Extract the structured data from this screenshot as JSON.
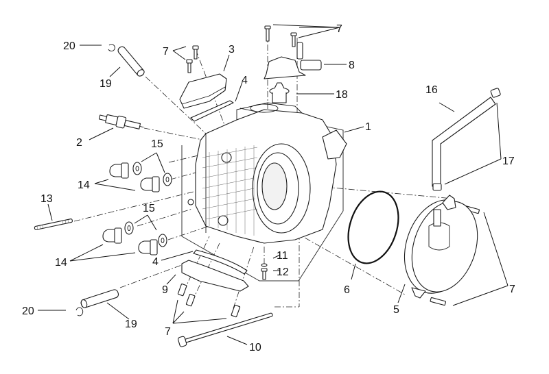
{
  "diagram": {
    "title": "Cylinder head exploded view",
    "colors": {
      "line": "#1a1a1a",
      "background": "#ffffff"
    },
    "callouts": [
      {
        "id": "c1",
        "label": "1"
      },
      {
        "id": "c2",
        "label": "2"
      },
      {
        "id": "c3",
        "label": "3"
      },
      {
        "id": "c4a",
        "label": "4"
      },
      {
        "id": "c4b",
        "label": "4"
      },
      {
        "id": "c5",
        "label": "5"
      },
      {
        "id": "c6",
        "label": "6"
      },
      {
        "id": "c7a",
        "label": "7"
      },
      {
        "id": "c7b",
        "label": "7"
      },
      {
        "id": "c7c",
        "label": "7"
      },
      {
        "id": "c7d",
        "label": "7"
      },
      {
        "id": "c8",
        "label": "8"
      },
      {
        "id": "c9",
        "label": "9"
      },
      {
        "id": "c10",
        "label": "10"
      },
      {
        "id": "c11",
        "label": "11"
      },
      {
        "id": "c12",
        "label": "12"
      },
      {
        "id": "c13",
        "label": "13"
      },
      {
        "id": "c14a",
        "label": "14"
      },
      {
        "id": "c14b",
        "label": "14"
      },
      {
        "id": "c15a",
        "label": "15"
      },
      {
        "id": "c15b",
        "label": "15"
      },
      {
        "id": "c16",
        "label": "16"
      },
      {
        "id": "c17",
        "label": "17"
      },
      {
        "id": "c18",
        "label": "18"
      },
      {
        "id": "c19a",
        "label": "19"
      },
      {
        "id": "c19b",
        "label": "19"
      },
      {
        "id": "c20a",
        "label": "20"
      },
      {
        "id": "c20b",
        "label": "20"
      }
    ],
    "parts": [
      {
        "number": "1",
        "name": "cylinder-head"
      },
      {
        "number": "2",
        "name": "spark-plug"
      },
      {
        "number": "3",
        "name": "valve-cover"
      },
      {
        "number": "4",
        "name": "gasket"
      },
      {
        "number": "5",
        "name": "side-cover"
      },
      {
        "number": "6",
        "name": "o-ring"
      },
      {
        "number": "7",
        "name": "screw"
      },
      {
        "number": "8",
        "name": "thermostat-housing"
      },
      {
        "number": "9",
        "name": "lower-cover"
      },
      {
        "number": "10",
        "name": "long-bolt"
      },
      {
        "number": "11",
        "name": "washer"
      },
      {
        "number": "12",
        "name": "small-screw"
      },
      {
        "number": "13",
        "name": "stud"
      },
      {
        "number": "14",
        "name": "cap-nut"
      },
      {
        "number": "15",
        "name": "washer"
      },
      {
        "number": "16",
        "name": "bent-hose"
      },
      {
        "number": "17",
        "name": "hose-clamp"
      },
      {
        "number": "18",
        "name": "thermostat"
      },
      {
        "number": "19",
        "name": "pin"
      },
      {
        "number": "20",
        "name": "circlip"
      }
    ]
  }
}
